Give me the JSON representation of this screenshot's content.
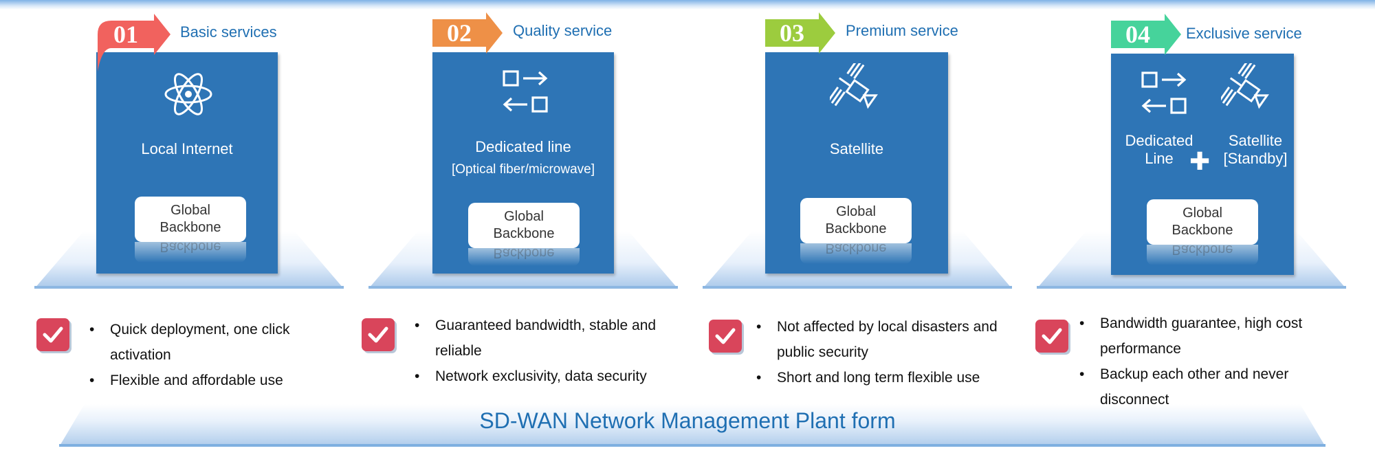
{
  "columns": [
    {
      "number": "01",
      "title": "Basic services",
      "badge_color": "#f1625e",
      "labels": [
        "Local Internet"
      ],
      "backbone": [
        "Global",
        "Backbone"
      ],
      "bullets": [
        "Quick deployment, one click activation",
        "Flexible and affordable use"
      ],
      "icons": [
        "atom-icon"
      ]
    },
    {
      "number": "02",
      "title": "Quality service",
      "badge_color": "#ee9047",
      "labels": [
        "Dedicated line"
      ],
      "sublabel": "[Optical fiber/microwave]",
      "backbone": [
        "Global",
        "Backbone"
      ],
      "bullets": [
        "Guaranteed bandwidth, stable and reliable",
        "Network exclusivity, data security"
      ],
      "icons": [
        "exchange-icon"
      ]
    },
    {
      "number": "03",
      "title": "Premium service",
      "badge_color": "#9ccc3e",
      "labels": [
        "Satellite"
      ],
      "backbone": [
        "Global",
        "Backbone"
      ],
      "bullets": [
        "Not affected by local disasters and public security",
        "Short and long term flexible use"
      ],
      "icons": [
        "satellite-icon"
      ]
    },
    {
      "number": "04",
      "title": "Exclusive service",
      "badge_color": "#46d39b",
      "labels": [
        "Dedicated",
        "Line",
        "Satellite",
        "[Standby]"
      ],
      "plus": "✚",
      "backbone": [
        "Global",
        "Backbone"
      ],
      "bullets": [
        "Bandwidth guarantee, high cost performance",
        "Backup each other and never disconnect"
      ],
      "icons": [
        "exchange-icon",
        "satellite-icon"
      ]
    }
  ],
  "platform": {
    "title": "SD-WAN Network Management  Plant form"
  },
  "colors": {
    "card": "#2e75b6",
    "check": "#d9455b",
    "title_blue": "#1f6fb2"
  }
}
